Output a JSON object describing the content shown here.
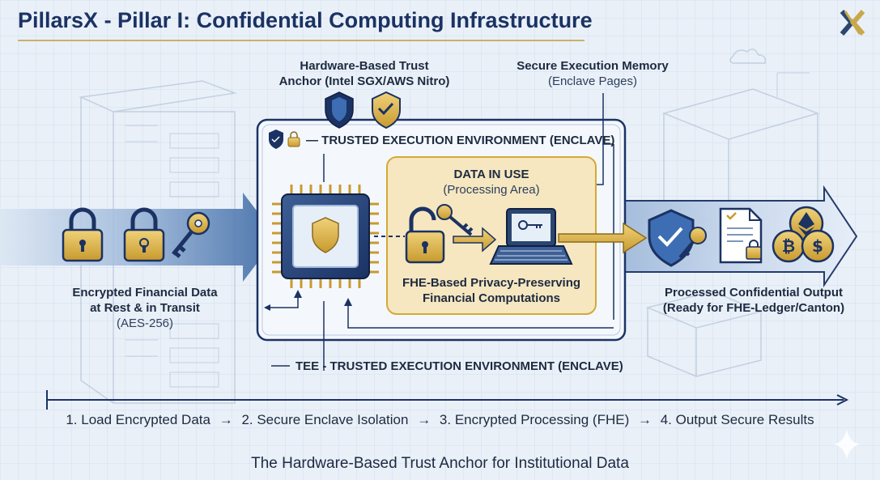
{
  "header": {
    "title": "PillarsX - Pillar I: Confidential Computing Infrastructure",
    "logo_text": "X"
  },
  "labels": {
    "hardware_anchor_line1": "Hardware-Based Trust",
    "hardware_anchor_line2": "Anchor (Intel SGX/AWS Nitro)",
    "secure_memory_line1": "Secure Execution Memory",
    "secure_memory_line2": "(Enclave Pages)",
    "tee_header": "— TRUSTED EXECUTION ENVIRONMENT (ENCLAVE)",
    "data_in_use_title": "DATA IN USE",
    "data_in_use_sub": "(Processing Area)",
    "fhe_line1": "FHE-Based Privacy-Preserving",
    "fhe_line2": "Financial Computations",
    "encrypted_line1": "Encrypted Financial Data",
    "encrypted_line2": "at Rest & in Transit",
    "encrypted_line3": "(AES-256)",
    "output_line1": "Processed Confidential Output",
    "output_line2": "(Ready for FHE-Ledger/Canton)",
    "tee_bottom": "TEE - TRUSTED EXECUTION ENVIRONMENT (ENCLAVE)"
  },
  "steps": [
    "1. Load Encrypted Data",
    "2. Secure Enclave Isolation",
    "3. Encrypted Processing (FHE)",
    "4. Output Secure Results"
  ],
  "step_arrow": "→",
  "footer": "The Hardware-Based Trust Anchor for Institutional Data",
  "colors": {
    "navy": "#1b3263",
    "gold": "#d4a93a",
    "blue_arrow": "#2f5f9f",
    "enclave_fill": "#f4f8fd",
    "processing_fill": "#f6e7c0"
  }
}
